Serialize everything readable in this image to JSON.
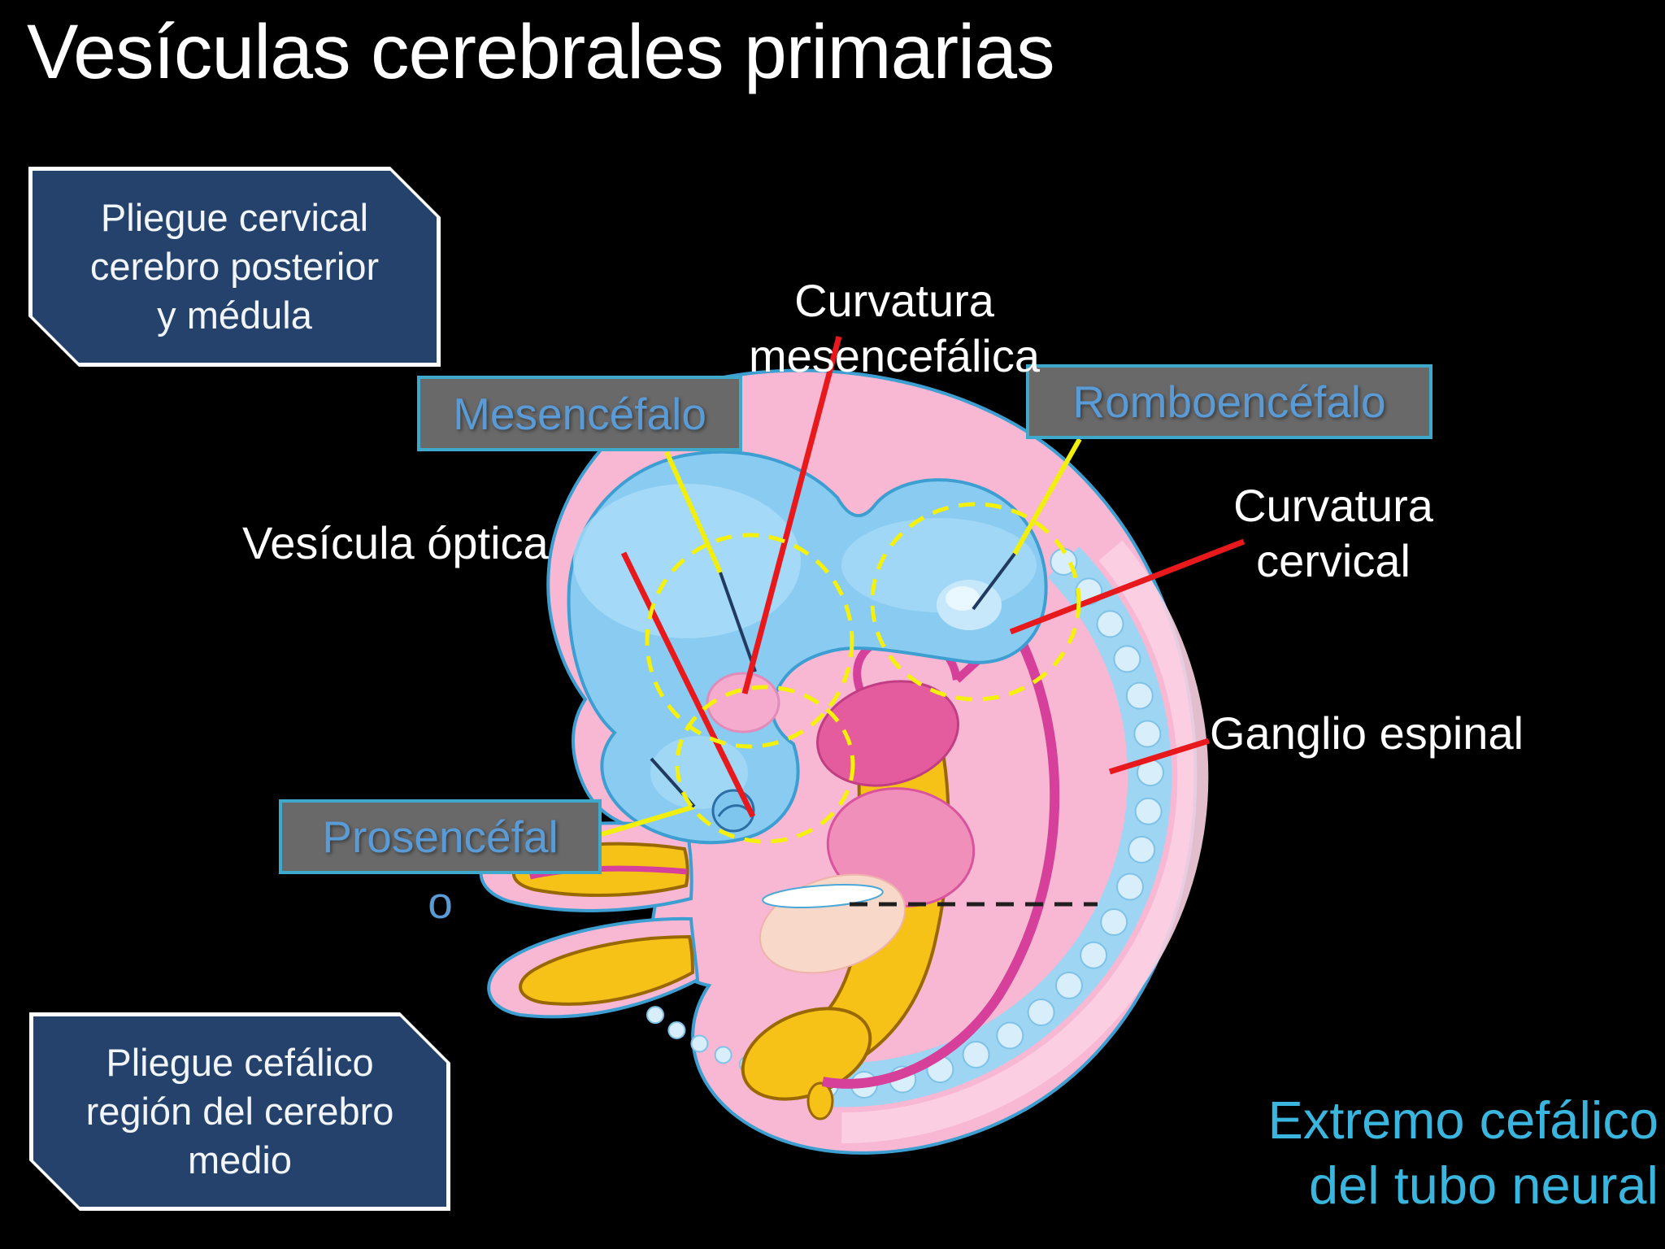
{
  "slide": {
    "title": "Vesículas cerebrales primarias",
    "background": "#000000"
  },
  "callouts": [
    {
      "lines": [
        "Pliegue cervical",
        "cerebro posterior",
        "y médula"
      ]
    },
    {
      "lines": [
        "Pliegue cefálico",
        "región del cerebro",
        "medio"
      ]
    }
  ],
  "vesicle_labels": [
    {
      "label": "Mesencéfalo"
    },
    {
      "label": "Romboencéfalo"
    },
    {
      "label": "Prosencéfal",
      "overflow": "o"
    }
  ],
  "annotations": {
    "curvatura_mesencefalica": {
      "lines": [
        "Curvatura",
        "mesencefálica"
      ]
    },
    "vesicula_optica": {
      "text": "Vesícula óptica"
    },
    "curvatura_cervical": {
      "lines": [
        "Curvatura",
        "cervical"
      ]
    },
    "ganglio_espinal": {
      "text": "Ganglio espinal"
    },
    "extremo_cefalico": {
      "lines": [
        "Extremo cefálico",
        "del tubo neural"
      ]
    }
  },
  "colors": {
    "background": "#000000",
    "title_text": "#ffffff",
    "callout_fill": "#24426b",
    "callout_border": "#ffffff",
    "vesicle_box_fill": "#696969",
    "vesicle_box_border": "#3fa9cb",
    "vesicle_text": "#5b9bd5",
    "annotation_text": "#ffffff",
    "corner_text": "#3ab5dd",
    "leader_yellow": "#f2ee0e",
    "leader_red": "#e7191d",
    "leader_dark": "#203a60",
    "dashed_circle_yellow": "#f5f10a",
    "embryo_body_pink": "#f8b7d3",
    "embryo_outline_blue": "#3d9fd1",
    "neural_tube_blue": "#8acbf2",
    "gut_yellow": "#f6c218",
    "heart_magenta": "#e55c9e",
    "vessel_magenta": "#d63f9a",
    "somite_blue": "#d8eefb"
  }
}
